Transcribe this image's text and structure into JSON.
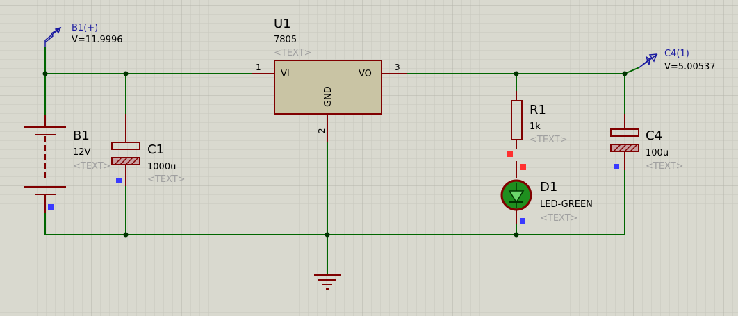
{
  "components": {
    "b1": {
      "ref": "B1",
      "value": "12V",
      "text": "<TEXT>"
    },
    "c1": {
      "ref": "C1",
      "value": "1000u",
      "text": "<TEXT>"
    },
    "u1": {
      "ref": "U1",
      "value": "7805",
      "text": "<TEXT>",
      "pin_vi": "VI",
      "pin_vo": "VO",
      "pin_gnd": "GND",
      "pin1": "1",
      "pin2": "2",
      "pin3": "3"
    },
    "r1": {
      "ref": "R1",
      "value": "1k",
      "text": "<TEXT>"
    },
    "d1": {
      "ref": "D1",
      "value": "LED-GREEN",
      "text": "<TEXT>"
    },
    "c4": {
      "ref": "C4",
      "value": "100u",
      "text": "<TEXT>"
    }
  },
  "probes": {
    "b1": {
      "name": "B1(+)",
      "reading": "V=11.9996"
    },
    "c4": {
      "name": "C4(1)",
      "reading": "V=5.00537"
    }
  },
  "colors": {
    "background": "#d9d9cf",
    "grid_minor": "#c9c9bf",
    "grid_major": "#b8b8ae",
    "wire": "#006600",
    "component": "#800000",
    "regulator_body": "#c9c4a4",
    "led_body": "#1f8f1f",
    "probe_text": "#1a1aa0",
    "hidden_text": "#a0a0a0",
    "pin_marker_blue": "#3a3aff",
    "pin_marker_red": "#ff3030"
  }
}
